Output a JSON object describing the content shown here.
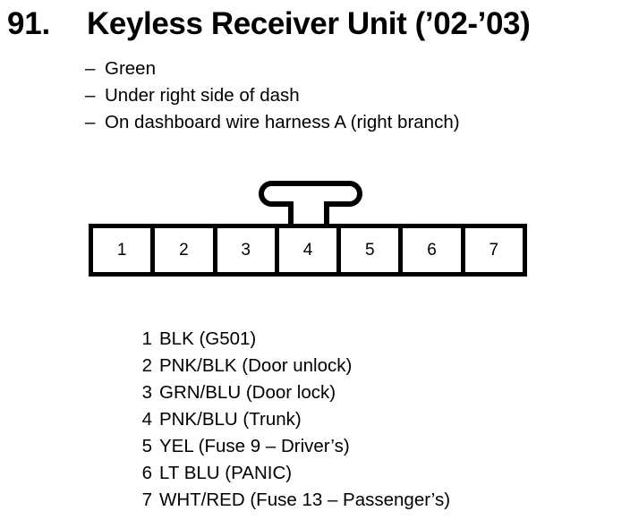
{
  "header": {
    "entry_number": "91.",
    "title": "Keyless Receiver Unit (’02-’03)"
  },
  "notes": {
    "dash": "–",
    "items": [
      "Green",
      "Under right side of dash",
      "On dashboard wire harness A (right branch)"
    ]
  },
  "connector": {
    "pin_count": 7,
    "pins": [
      "1",
      "2",
      "3",
      "4",
      "5",
      "6",
      "7"
    ],
    "tab": "locking-tab"
  },
  "pin_legend": [
    {
      "num": "1",
      "label": "BLK (G501)"
    },
    {
      "num": "2",
      "label": "PNK/BLK (Door unlock)"
    },
    {
      "num": "3",
      "label": "GRN/BLU (Door lock)"
    },
    {
      "num": "4",
      "label": "PNK/BLU (Trunk)"
    },
    {
      "num": "5",
      "label": "YEL (Fuse 9 – Driver’s)"
    },
    {
      "num": "6",
      "label": "LT BLU (PANIC)"
    },
    {
      "num": "7",
      "label": "WHT/RED (Fuse 13 – Passenger’s)"
    }
  ],
  "colors": {
    "ink": "#000000",
    "background": "#ffffff"
  }
}
